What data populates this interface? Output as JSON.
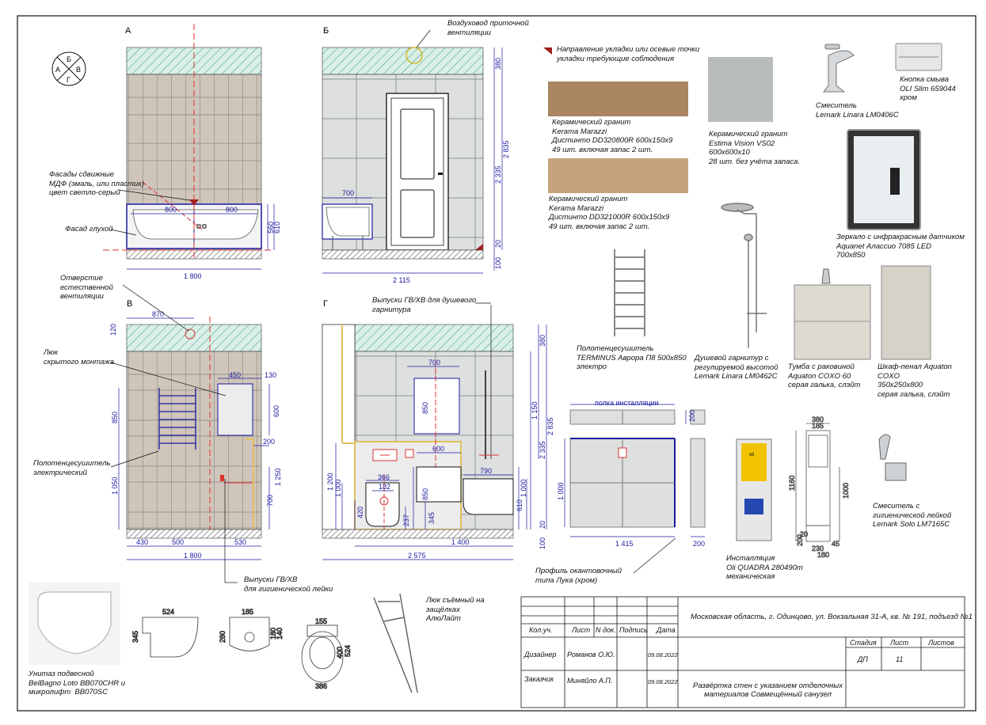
{
  "views": {
    "a": "А",
    "b": "Б",
    "v": "В",
    "g": "Г"
  },
  "compass": {
    "n": "Б",
    "w": "А",
    "e": "В",
    "s": "Г"
  },
  "labels": {
    "facades_sliding": "Фасады сдвижные\nМДФ (эмаль, или пластик)\nцвет светло-серый",
    "facade_blind": "Фасад глухой",
    "vent_supply": "Воздуховод приточной\nвентиляции",
    "vent_natural": "Отверстие\nестественной\nвентиляции",
    "hatch_hidden": "Люк\nскрытого монтажа",
    "towel_rail_electric": "Полотенцесушитель\nэлектрический",
    "outlets_shower": "Выпуски ГВ/ХВ для душевого\nгарнитура",
    "outlets_hygienic": "Выпуски ГВ/ХВ\nдля гигиенической лейки",
    "install_shelf": "полка инсталляции",
    "profile": "Профиль окантовочный\nтипа Лука (хром)",
    "laying_direction": "Направление укладки или осевые точки\nукладки требующие соблюдения",
    "hatch_removable": "Люк съёмный на\nзащёлках\nАлюЛайт"
  },
  "dims": {
    "a_800_l": "800",
    "a_800_r": "800",
    "a_1800": "1 800",
    "a_560": "560",
    "a_610": "610",
    "b_700": "700",
    "b_2115": "2 115",
    "b_380": "380",
    "b_2335": "2 335",
    "b_2835": "2 835",
    "b_20": "20",
    "b_100": "100",
    "v_870": "870",
    "v_120": "120",
    "v_450": "450",
    "v_130": "130",
    "v_600": "600",
    "v_850": "850",
    "v_1050": "1 050",
    "v_200": "200",
    "v_1250": "1 250",
    "v_700": "700",
    "v_430": "430",
    "v_500": "500",
    "v_530": "530",
    "v_1800": "1 800",
    "g_700": "700",
    "g_850a": "850",
    "g_600": "600",
    "g_790": "790",
    "g_366": "366",
    "g_182": "182",
    "g_1200": "1 200",
    "g_1000": "1 000",
    "g_420": "420",
    "g_237": "237",
    "g_850b": "850",
    "g_345": "345",
    "g_1000b": "1 000",
    "g_610": "610",
    "g_1400": "1 400",
    "g_2575": "2 575",
    "g_380": "380",
    "g_1150": "1 150",
    "g_2335": "2 335",
    "g_2835": "2 835",
    "g_20": "20",
    "g_100": "100",
    "s_1000": "1 000",
    "s_1415": "1 415",
    "s_200a": "200",
    "s_200b": "200"
  },
  "materials": [
    {
      "id": "tile1",
      "text": "Керамический гранит\nKerama Marazzi\nДистинто DD320800R 600x150x9\n49 шт. включая запас 2 шт.",
      "color": "#b08a66"
    },
    {
      "id": "tile2",
      "text": "Керамический гранит\nKerama Marazzi\nДистинто DD321000R 600x150x9\n49 шт. включая запас 2 шт.",
      "color": "#c9a57c"
    },
    {
      "id": "tile3",
      "text": "Керамический гранит\nEstima Vision VS02\n600x600x10\n28 шт. без учёта запаса.",
      "color": "#b9bcbd"
    },
    {
      "id": "faucet",
      "text": "Смеситель\nLemark Linara LM0406C"
    },
    {
      "id": "flush",
      "text": "Кнопка смыва\nOLI Slim 659044\nхром"
    },
    {
      "id": "mirror",
      "text": "Зеркало с инфракрасным датчиком\nAquanet Алассио 7085 LED\n700x850"
    },
    {
      "id": "towel",
      "text": "Полотенцесушитель\nTERMINUS Аврора П8 500x850\nэлектро"
    },
    {
      "id": "shower",
      "text": "Душевой гарнитур с\nрегулируемой высотой\nLemark Linara LM0462C"
    },
    {
      "id": "vanity",
      "text": "Тумба с раковиной\nAquaton COXO 60\nсерая галька, слэйт"
    },
    {
      "id": "cabinet",
      "text": "Шкаф-пенал Aquaton\nCOXO\n350x250x800\nсерая галька, слэйт"
    },
    {
      "id": "install",
      "text": "Инсталляция\nOli QUADRA 280490m\nмеханическая"
    },
    {
      "id": "hyg",
      "text": "Смеситель с\nгигиенической лейкой\nLemark Solo LM7165C"
    },
    {
      "id": "wc",
      "text": "Унитаз подвесной\nBelBagno Loto BB070CHR и\nмикролифт  BB070SC"
    }
  ],
  "drawings": {
    "wc_side_w": "524",
    "wc_side_h": "345",
    "wc_back_w": "185",
    "wc_back_a": "280",
    "wc_back_b": "180",
    "wc_back_c": "140",
    "wc_top_a": "155",
    "wc_top_w": "386",
    "wc_top_l": "524",
    "wc_top_h": "400",
    "inst_w": "380",
    "inst_w2": "185",
    "inst_h": "1160",
    "inst_h2": "1000",
    "inst_a": "200",
    "inst_b": "230",
    "inst_c": "180",
    "inst_d": "45",
    "inst_e": "20",
    "brand": "oli"
  },
  "titleblock": {
    "address": "Московская область, г. Одинцово, ул. Вокзальная 31-А, кв. № 191, подъезд №1",
    "h_qty": "Кол.уч.",
    "h_sheet": "Лист",
    "h_doc": "N док.",
    "h_sign": "Подпись",
    "h_date": "Дата",
    "r1_role": "Дизайнер",
    "r1_name": "Романов О.Ю.",
    "r1_date": "09.08.2022",
    "r2_role": "Заказчик",
    "r2_name": "Миняйло А.П.",
    "r2_date": "09.08.2022",
    "h_stage": "Стадия",
    "h_list": "Лист",
    "h_lists": "Листов",
    "stage": "ДП",
    "list": "11",
    "title": "Развёртка стен с указанием отделочных\nматериалов Совмещённый санузел"
  }
}
